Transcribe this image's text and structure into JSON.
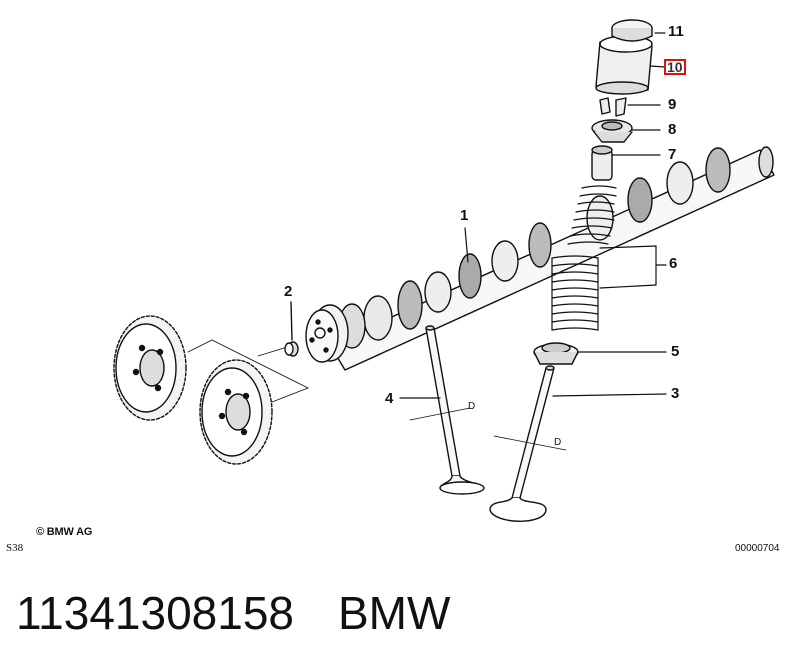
{
  "diagram": {
    "callouts": [
      {
        "id": "1",
        "label": "1"
      },
      {
        "id": "2",
        "label": "2"
      },
      {
        "id": "3",
        "label": "3"
      },
      {
        "id": "4",
        "label": "4"
      },
      {
        "id": "5",
        "label": "5"
      },
      {
        "id": "6",
        "label": "6"
      },
      {
        "id": "7",
        "label": "7"
      },
      {
        "id": "8",
        "label": "8"
      },
      {
        "id": "9",
        "label": "9"
      },
      {
        "id": "10",
        "label": "10",
        "highlighted": true
      },
      {
        "id": "11",
        "label": "11"
      }
    ],
    "dimension_labels": [
      "D",
      "D"
    ],
    "copyright": "© BMW AG",
    "model_code": "S38",
    "drawing_number": "00000704"
  },
  "caption": {
    "part_number": "11341308158",
    "brand": "BMW"
  },
  "colors": {
    "highlight": "#d11111",
    "line": "#111111"
  }
}
